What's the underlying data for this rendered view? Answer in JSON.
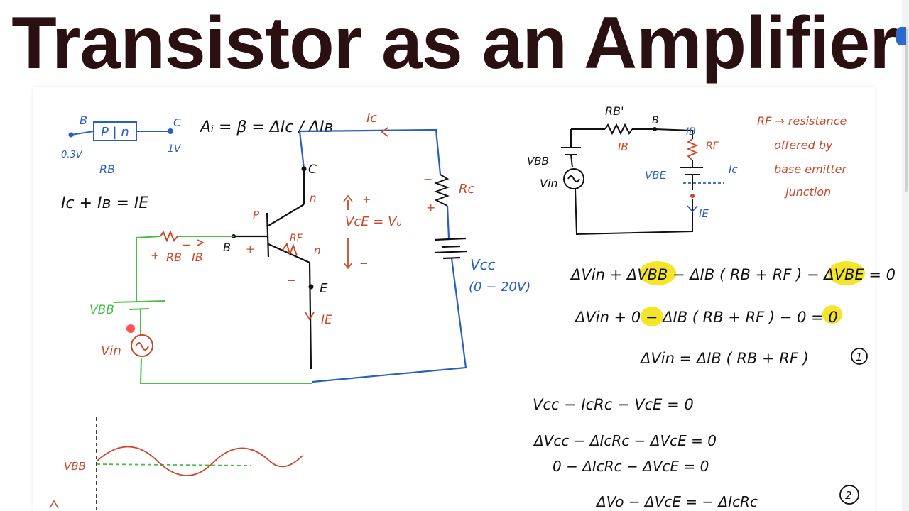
{
  "title": "Transistor as an Amplifier",
  "colors": {
    "blue": "#2a5fbf",
    "red": "#c84a2a",
    "green": "#45c045",
    "black": "#111111",
    "highlight": "#f4e52a",
    "title": "#2a1010"
  },
  "pn_sketch": {
    "b": "B",
    "box": "P | n",
    "c": "C",
    "left_v": "0.3V",
    "right_v": "1V",
    "rb": "RB"
  },
  "formulas": {
    "current_gain": "Aᵢ = β = ΔIc / ΔIв",
    "current_sum": "Ic + Iв = IE"
  },
  "main_circuit": {
    "ic_top": "Ic",
    "c": "C",
    "n_top": "n",
    "p": "P",
    "rf": "RF",
    "n_bottom": "n",
    "e": "E",
    "ie": "IE",
    "rc": "Rc",
    "minus_rc": "−",
    "plus_rc": "+",
    "vce": "VcE = V₀",
    "plus_vce": "+",
    "minus_vce": "−",
    "vcc": "Vcc",
    "vcc_range": "(0 − 20V)",
    "rb": "RB",
    "ib": "IB",
    "b": "B",
    "plus_rb": "+",
    "minus_rb": "−",
    "plus_b": "+",
    "minus_e": "−",
    "vbb": "VBB",
    "vin": "Vin"
  },
  "equiv_circuit": {
    "rb": "RB'",
    "b": "B",
    "jb_top": "IB",
    "ib": "IB",
    "rf": "RF",
    "vbb": "VBB",
    "vin": "Vin",
    "vbe": "VBE",
    "ic": "Ic",
    "ie": "IE"
  },
  "note": [
    "RF → resistance",
    "offered by",
    "base emitter",
    "junction"
  ],
  "equations": {
    "eq1": "ΔVin + ΔVBB − ΔIB ( RB + RF ) − ΔVBE = 0",
    "eq2": "ΔVin + 0 − ΔIB ( RB + RF ) − 0 = 0",
    "eq3": "ΔVin = ΔIB ( RB + RF )",
    "eq3_tag": "1",
    "eq4": "Vcc − IcRc − VcE = 0",
    "eq5": "ΔVcc − ΔIcRc − ΔVcE = 0",
    "eq6": "0 − ΔIcRc − ΔVcE = 0",
    "eq7": "ΔVo − ΔVcE = − ΔIcRc",
    "eq7_tag": "2"
  },
  "waveform": {
    "vbb": "VBB"
  }
}
